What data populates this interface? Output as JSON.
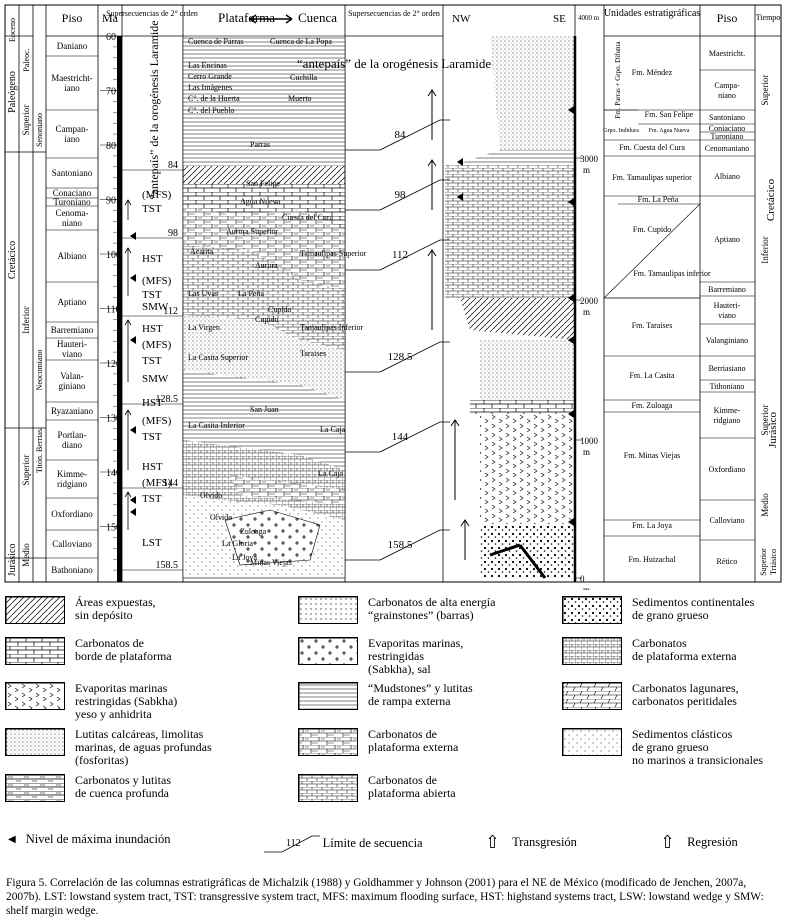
{
  "header": {
    "piso": "Piso",
    "ma": "Ma",
    "supersecuencias": "Supersecuencias de 2° orden",
    "plataforma": "Plataforma",
    "cuenca": "Cuenca",
    "supersecuencias2": "Supersecuencias de 2° orden",
    "nw": "NW",
    "se": "SE",
    "scale_top": "4000 m",
    "unidades": "Unidades estratigráficas",
    "piso2": "Piso",
    "tiempo": "Tiempo"
  },
  "periods": [
    "Paleógeno",
    "Jurásico",
    "Cretácico"
  ],
  "epochs": [
    "Paleoc.",
    "Eoceno",
    "Superior",
    "Inferior",
    "Superior",
    "Medio"
  ],
  "left_stage_groups": [
    "Senoniano",
    "Neocomiano",
    "Titón. Berrias."
  ],
  "stages_left": [
    "Daniano",
    "Maestricht-iano",
    "Campan-iano",
    "Santoniano",
    "Conaciano",
    "Turoniano",
    "Cenoma-niano",
    "Albiano",
    "Aptiano",
    "Barremiano",
    "Hauteri-viano",
    "Valan-giniano",
    "Ryazaniano",
    "Portlan-diano",
    "Kimme-ridgiano",
    "Oxfordiano",
    "Calloviano",
    "Bathoniano"
  ],
  "ma_ticks": [
    "60",
    "70",
    "80",
    "90",
    "100",
    "110",
    "120",
    "130",
    "140",
    "150"
  ],
  "boundary_ages": [
    "84",
    "98",
    "112",
    "128.5",
    "144",
    "158.5"
  ],
  "systems_tracts": [
    "(MFS)",
    "TST",
    "HST",
    "(MFS)",
    "TST",
    "SMW",
    "HST",
    "(MFS)",
    "TST",
    "SMW",
    "HST",
    "(MFS)",
    "TST",
    "HST",
    "(MFS)",
    "TST",
    "LST"
  ],
  "antepais": "“antepaís” de la orogénesis Laramide",
  "formations_platform": [
    "Cuenca de Parras",
    "Cuenca de La Popa",
    "Las Encinas",
    "Cerro Grande",
    "Las Imágenes",
    "C°. de la Huerta",
    "C°. del Pueblo",
    "Cuchilla",
    "Muerto",
    "Parras",
    "San Felipe",
    "Agua Nueva",
    "Cuesta del Cura",
    "Aurora Superior",
    "Acatita",
    "Tamaulipas Superior",
    "Aurora",
    "Las Uvas",
    "La Peña",
    "Cupido",
    "La Virgen",
    "Cupido",
    "Tamaulipas Inferior",
    "La Casita Superior",
    "Taraises",
    "San Juan",
    "La Casita Inferior",
    "La Caja",
    "Olvido",
    "La Caja",
    "Olvido",
    "Zuloaga",
    "La Gloria",
    "Minas Viejas",
    "La Joya"
  ],
  "depth_labels": [
    "3000 m",
    "2000 m",
    "1000 m",
    "0 m"
  ],
  "units_right": [
    "Fm. Méndez",
    "Fm. Parras + Grpo. Difunta",
    "Fm. San Felipe",
    "Grpo. Indidura",
    "Fm. Agua Nueva",
    "Fm. Cuesta del Cura",
    "Fm. Tamaulipas superior",
    "Fm. La Peña",
    "Fm. Cupido",
    "Fm. Tamaulipas inferior",
    "Fm. Taraises",
    "Fm. La Casita",
    "Fm. Zuloaga",
    "Fm. Minas Viejas",
    "Fm. La Joya",
    "Fm. Huizachal"
  ],
  "stages_right": [
    "Maestricht.",
    "Campa-niano",
    "Santoniano",
    "Coniaciano",
    "Turoniano",
    "Cenomaniano",
    "Albiano",
    "Aptiano",
    "Barremiano",
    "Hauteri-viano",
    "Valanginiano",
    "Berriasiano",
    "Tithoniano",
    "Kimme-ridgiano",
    "Oxfordiano",
    "Calloviano",
    "Rético"
  ],
  "time_right": [
    "Superior",
    "Cretácico",
    "Inferior",
    "Superior",
    "Jurásico",
    "Medio",
    "Superior",
    "Triásico"
  ],
  "legend": [
    {
      "label": "Áreas expuestas,\nsin depósito",
      "pattern": "diag"
    },
    {
      "label": "Carbonatos de\nborde de plataforma",
      "pattern": "brick"
    },
    {
      "label": "Evaporitas marinas\nrestringidas (Sabkha)\nyeso y anhidrita",
      "pattern": "chevron"
    },
    {
      "label": "Lutitas calcáreas, limolitas\nmarinas, de aguas profundas\n(fosforitas)",
      "pattern": "finedot"
    },
    {
      "label": "Carbonatos y lutitas\nde cuenca profunda",
      "pattern": "dashline"
    },
    {
      "label": "Carbonatos de alta energía\n“grainstones” (barras)",
      "pattern": "dot"
    },
    {
      "label": "Evaporitas marinas,\nrestringidas\n(Sabkha), sal",
      "pattern": "plus"
    },
    {
      "label": "“Mudstones” y lutitas\nde rampa externa",
      "pattern": "hline"
    },
    {
      "label": "Carbonatos de\nplataforma externa",
      "pattern": "brickdash"
    },
    {
      "label": "Carbonatos de\nplataforma abierta",
      "pattern": "smallbrick"
    },
    {
      "label": "Sedimentos continentales\nde grano grueso",
      "pattern": "coarsedot"
    },
    {
      "label": "Carbonatos\nde plataforma externa",
      "pattern": "grid"
    },
    {
      "label": "Carbonatos lagunares,\ncarbonatos peritidales",
      "pattern": "slantbrick"
    },
    {
      "label": "Sedimentos clásticos\nde grano grueso\nno marinos a transicionales",
      "pattern": "sparse"
    }
  ],
  "key": {
    "mfs": "Nivel de máxima inundación",
    "seq_num": "112",
    "seq": "Límite de secuencia",
    "transgresion": "Transgresión",
    "regresion": "Regresión"
  },
  "caption": "Figura 5. Correlación de las columnas estratigráficas de Michalzik (1988) y Goldhammer y Johnson (2001) para el NE de México (modificado de Jenchen, 2007a, 2007b). LST: lowstand system tract, TST: transgressive system tract, MFS: maximum flooding surface, HST: highstand systems tract, LSW: lowstand wedge y SMW: shelf margin wedge."
}
